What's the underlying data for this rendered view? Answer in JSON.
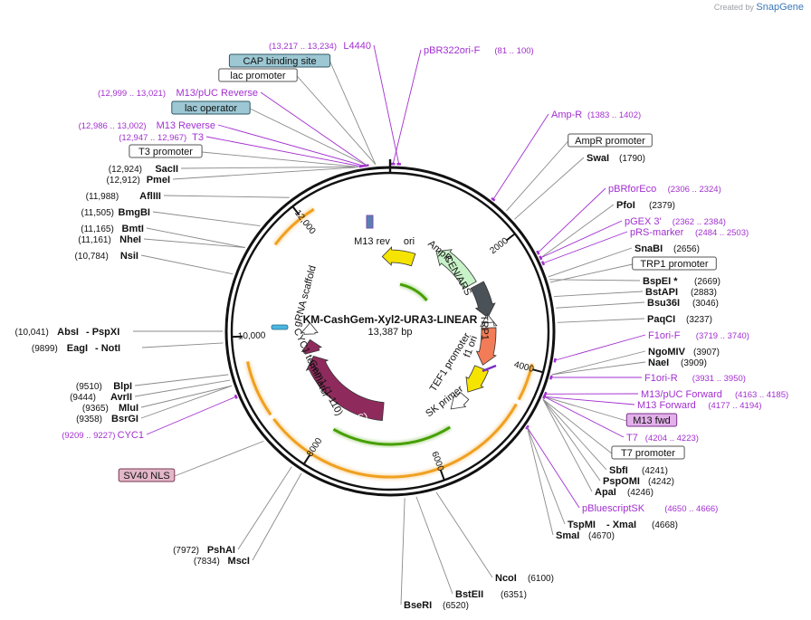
{
  "watermark": {
    "prefix": "Created by",
    "brand": "SnapGene"
  },
  "plasmid": {
    "name": "KM-CashGem-Xyl2-URA3-LINEAR",
    "size_label": "13,387 bp"
  },
  "ticks": [
    "2000",
    "4000",
    "6000",
    "8000",
    "10,000",
    "12,000"
  ],
  "labels": [
    {
      "id": "l4440",
      "main": "L4440",
      "coords": "(13,217 .. 13,234)",
      "style": "primer"
    },
    {
      "id": "pbr322",
      "main": "pBR322ori-F",
      "coords": "(81 .. 100)",
      "style": "primer"
    },
    {
      "id": "cap",
      "main": "CAP binding site",
      "style": "box-blue"
    },
    {
      "id": "lacprom",
      "main": "lac promoter",
      "style": "box"
    },
    {
      "id": "m13puc",
      "main": "M13/pUC Reverse",
      "coords": "(12,999 .. 13,021)",
      "style": "primer"
    },
    {
      "id": "lacop",
      "main": "lac operator",
      "style": "box-blue"
    },
    {
      "id": "m13rev",
      "main": "M13 Reverse",
      "coords": "(12,986 .. 13,002)",
      "style": "primer"
    },
    {
      "id": "t3",
      "main": "T3",
      "coords": "(12,947 .. 12,967)",
      "style": "primer"
    },
    {
      "id": "t3prom",
      "main": "T3 promoter",
      "style": "box"
    },
    {
      "id": "sacii",
      "main": "SacII",
      "coords": "(12,924)",
      "style": "enzyme"
    },
    {
      "id": "pmei",
      "main": "PmeI",
      "coords": "(12,912)",
      "style": "enzyme"
    },
    {
      "id": "aflii",
      "main": "AflIII",
      "coords": "(11,988)",
      "style": "enzyme"
    },
    {
      "id": "bmgbi",
      "main": "BmgBI",
      "coords": "(11,505)",
      "style": "enzyme"
    },
    {
      "id": "bmti",
      "main": "BmtI",
      "coords": "(11,165)",
      "style": "enzyme"
    },
    {
      "id": "nhei",
      "main": "NheI",
      "coords": "(11,161)",
      "style": "enzyme"
    },
    {
      "id": "nsii",
      "main": "NsiI",
      "coords": "(10,784)",
      "style": "enzyme"
    },
    {
      "id": "absi",
      "main": "AbsI",
      "extra": "- PspXI",
      "coords": "(10,041)",
      "style": "enzyme"
    },
    {
      "id": "eagi",
      "main": "EagI",
      "extra": "- NotI",
      "coords": "(9899)",
      "style": "enzyme"
    },
    {
      "id": "blpi",
      "main": "BlpI",
      "coords": "(9510)",
      "style": "enzyme"
    },
    {
      "id": "avrii",
      "main": "AvrII",
      "coords": "(9444)",
      "style": "enzyme"
    },
    {
      "id": "mlui",
      "main": "MluI",
      "coords": "(9365)",
      "style": "enzyme"
    },
    {
      "id": "bsrgi",
      "main": "BsrGI",
      "coords": "(9358)",
      "style": "enzyme"
    },
    {
      "id": "cyc1",
      "main": "CYC1",
      "coords": "(9209 .. 9227)",
      "style": "primer"
    },
    {
      "id": "sv40",
      "main": "SV40 NLS",
      "style": "box-pink"
    },
    {
      "id": "pshai",
      "main": "PshAI",
      "coords": "(7972)",
      "style": "enzyme"
    },
    {
      "id": "msci",
      "main": "MscI",
      "coords": "(7834)",
      "style": "enzyme"
    },
    {
      "id": "ampr_primer",
      "main": "Amp-R",
      "coords": "(1383 .. 1402)",
      "style": "primer"
    },
    {
      "id": "amprprom",
      "main": "AmpR promoter",
      "style": "box"
    },
    {
      "id": "swai",
      "main": "SwaI",
      "coords": "(1790)",
      "style": "enzyme"
    },
    {
      "id": "pbrfor",
      "main": "pBRforEco",
      "coords": "(2306 .. 2324)",
      "style": "primer"
    },
    {
      "id": "pfoi",
      "main": "PfoI",
      "coords": "(2379)",
      "style": "enzyme"
    },
    {
      "id": "pgex3",
      "main": "pGEX 3'",
      "coords": "(2362 .. 2384)",
      "style": "primer"
    },
    {
      "id": "prs",
      "main": "pRS-marker",
      "coords": "(2484 .. 2503)",
      "style": "primer"
    },
    {
      "id": "snabi",
      "main": "SnaBI",
      "coords": "(2656)",
      "style": "enzyme"
    },
    {
      "id": "trp1prom",
      "main": "TRP1 promoter",
      "style": "box"
    },
    {
      "id": "bspei",
      "main": "BspEI *",
      "coords": "(2669)",
      "style": "enzyme"
    },
    {
      "id": "bstapi",
      "main": "BstAPI",
      "coords": "(2883)",
      "style": "enzyme"
    },
    {
      "id": "bsu36i",
      "main": "Bsu36I",
      "coords": "(3046)",
      "style": "enzyme"
    },
    {
      "id": "paqci",
      "main": "PaqCI",
      "coords": "(3237)",
      "style": "enzyme"
    },
    {
      "id": "f1orif",
      "main": "F1ori-F",
      "coords": "(3719 .. 3740)",
      "style": "primer"
    },
    {
      "id": "ngomiv",
      "main": "NgoMIV",
      "coords": "(3907)",
      "style": "enzyme"
    },
    {
      "id": "naei",
      "main": "NaeI",
      "coords": "(3909)",
      "style": "enzyme"
    },
    {
      "id": "f1orir",
      "main": "F1ori-R",
      "coords": "(3931 .. 3950)",
      "style": "primer"
    },
    {
      "id": "m13pucf",
      "main": "M13/pUC Forward",
      "coords": "(4163 .. 4185)",
      "style": "primer"
    },
    {
      "id": "m13f",
      "main": "M13 Forward",
      "coords": "(4177 .. 4194)",
      "style": "primer"
    },
    {
      "id": "m13fwd",
      "main": "M13 fwd",
      "style": "box-violet"
    },
    {
      "id": "t7",
      "main": "T7",
      "coords": "(4204 .. 4223)",
      "style": "primer"
    },
    {
      "id": "t7prom",
      "main": "T7 promoter",
      "style": "box"
    },
    {
      "id": "sbfi",
      "main": "SbfI",
      "coords": "(4241)",
      "style": "enzyme"
    },
    {
      "id": "pspomi",
      "main": "PspOMI",
      "coords": "(4242)",
      "style": "enzyme"
    },
    {
      "id": "apai",
      "main": "ApaI",
      "coords": "(4246)",
      "style": "enzyme"
    },
    {
      "id": "pbluesk",
      "main": "pBluescriptSK",
      "coords": "(4650 .. 4666)",
      "style": "primer"
    },
    {
      "id": "tspmi",
      "main": "TspMI",
      "extra": "- XmaI",
      "coords": "(4668)",
      "style": "enzyme"
    },
    {
      "id": "smai",
      "main": "SmaI",
      "coords": "(4670)",
      "style": "enzyme"
    },
    {
      "id": "ncoi",
      "main": "NcoI",
      "coords": "(6100)",
      "style": "enzyme"
    },
    {
      "id": "bsteii",
      "main": "BstEII",
      "coords": "(6351)",
      "style": "enzyme"
    },
    {
      "id": "bseri",
      "main": "BseRI",
      "coords": "(6520)",
      "style": "enzyme"
    }
  ],
  "features": [
    {
      "id": "m13rev_feat",
      "label": "M13 rev"
    },
    {
      "id": "ori",
      "label": "ori"
    },
    {
      "id": "ampr",
      "label": "AmpR"
    },
    {
      "id": "cenars",
      "label": "CEN/ARS"
    },
    {
      "id": "trp1",
      "label": "TRP1"
    },
    {
      "id": "f1ori",
      "label": "f1 ori"
    },
    {
      "id": "tef1",
      "label": "TEF1 promoter"
    },
    {
      "id": "skprimer",
      "label": "SK primer"
    },
    {
      "id": "cas9",
      "label": "Cas9(C)"
    },
    {
      "id": "gem1",
      "label": "Gem1 (1-110)"
    },
    {
      "id": "cyc1term",
      "label": "CYC1 terminator"
    },
    {
      "id": "scaffold",
      "label": "gRNA scaffold"
    }
  ],
  "colors": {
    "primer": "#a22fd0",
    "enzyme": "#111111",
    "box_blue": "#9cc7d3",
    "box_pink": "#e3b7c8",
    "box_violet": "#e2b0ea",
    "ori": "#f5e400",
    "ampr": "#c8f2c8",
    "cenars": "#4a5157",
    "trp1": "#f17c57",
    "cas9": "#8e2b5c",
    "orange": "#f0a020",
    "green": "#46a000"
  }
}
